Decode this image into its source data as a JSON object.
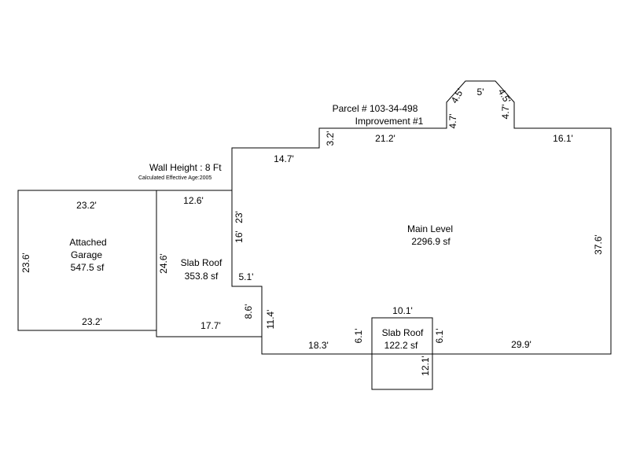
{
  "header": {
    "parcel": "Parcel # 103-34-498",
    "improvement": "Improvement #1",
    "wall_height": "Wall Height : 8 Ft",
    "effective_age": "Calculated  Effective  Age:2005"
  },
  "areas": {
    "garage": {
      "name_line1": "Attached",
      "name_line2": "Garage",
      "area": "547.5 sf"
    },
    "slab_roof_1": {
      "name": "Slab Roof",
      "area": "353.8 sf"
    },
    "main_level": {
      "name": "Main Level",
      "area": "2296.9 sf"
    },
    "slab_roof_2": {
      "name": "Slab Roof",
      "area": "122.2 sf"
    }
  },
  "dimensions": {
    "garage_top": "23.2'",
    "garage_bottom": "23.2'",
    "garage_left": "23.6'",
    "slab1_top": "12.6'",
    "slab1_left": "24.6'",
    "slab1_bottom": "17.7'",
    "slab1_right_upper": "23'",
    "main_left_lower": "16'",
    "notch_top": "5.1'",
    "notch_right": "8.6'",
    "main_lower_left": "11.4'",
    "main_top_left": "14.7'",
    "step_up": "3.2'",
    "main_top_mid": "21.2'",
    "bay_left": "4.7'",
    "bay_diag_left": "4.5'",
    "bay_top": "5'",
    "bay_diag_right": "4.5'",
    "bay_right": "4.7'",
    "main_top_right": "16.1'",
    "main_right": "37.6'",
    "main_bottom_right": "29.9'",
    "bump_right": "6.1'",
    "bump_left": "6.1'",
    "bump_top": "10.1'",
    "bump_depth": "12.1'",
    "main_bottom_left": "18.3'"
  }
}
